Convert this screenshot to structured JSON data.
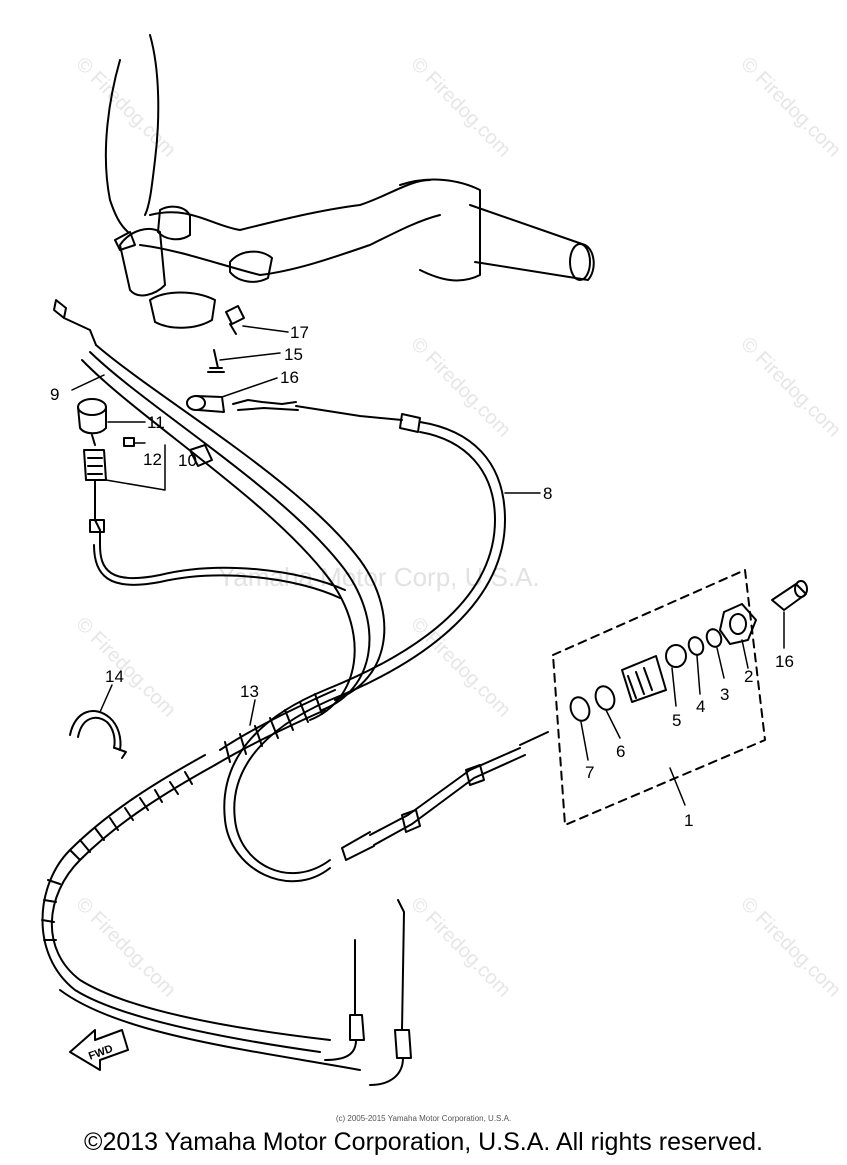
{
  "watermark": {
    "site": "© Firedog.com",
    "center": "Yamaha Motor Corp, U.S.A."
  },
  "parts": {
    "p1": "1",
    "p2": "2",
    "p3": "3",
    "p4": "4",
    "p5": "5",
    "p6": "6",
    "p7": "7",
    "p8": "8",
    "p9": "9",
    "p10": "10",
    "p11": "11",
    "p12": "12",
    "p13": "13",
    "p14": "14",
    "p15": "15",
    "p16a": "16",
    "p16b": "16",
    "p17": "17"
  },
  "fwd_label": "FWD",
  "small_credit": "(c) 2005-2015 Yamaha Motor Corporation, U.S.A.",
  "copyright": "©2013 Yamaha Motor Corporation, U.S.A. All rights reserved."
}
